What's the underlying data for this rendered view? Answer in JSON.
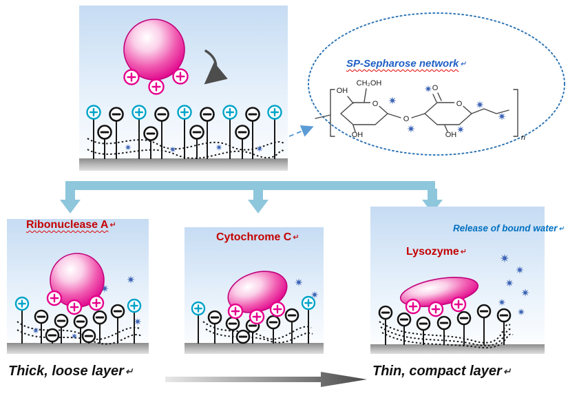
{
  "pilcrow": "↵",
  "sp_ellipse": {
    "title": "SP-Sepharose network",
    "chem": {
      "oh_top": "OH",
      "ch2oh": "CH₂OH",
      "o_ring1": "O",
      "oh_bottom1": "OH",
      "o_bridge": "O",
      "o_exo": "O",
      "o_ring2": "O",
      "oh_bottom2": "OH",
      "repeat_n": "n"
    }
  },
  "panels": {
    "ribonuclease": {
      "title": "Ribonuclease A"
    },
    "cytochrome": {
      "title": "Cytochrome C"
    },
    "lysozyme": {
      "title": "Lysozyme",
      "annotation": "Release of bound water"
    }
  },
  "footer": {
    "left_label": "Thick, loose layer",
    "right_label": "Thin, compact layer"
  },
  "symbols": {
    "positive": "+",
    "negative": "−"
  },
  "colors": {
    "panel_background": "#c6dcf3",
    "protein_pink": "#e0008a",
    "positive_charge_magenta": "#e6008c",
    "positive_charge_teal": "#00a3c8",
    "negative_charge": "#131313",
    "water_star_blue": "#3d64b5",
    "flow_arrow": "#8ec6dc",
    "network_title_blue": "#1f5fc5",
    "annotation_blue": "#0070c0",
    "protein_title_red": "#c40000",
    "ellipse_border_blue": "#2e75b6"
  }
}
